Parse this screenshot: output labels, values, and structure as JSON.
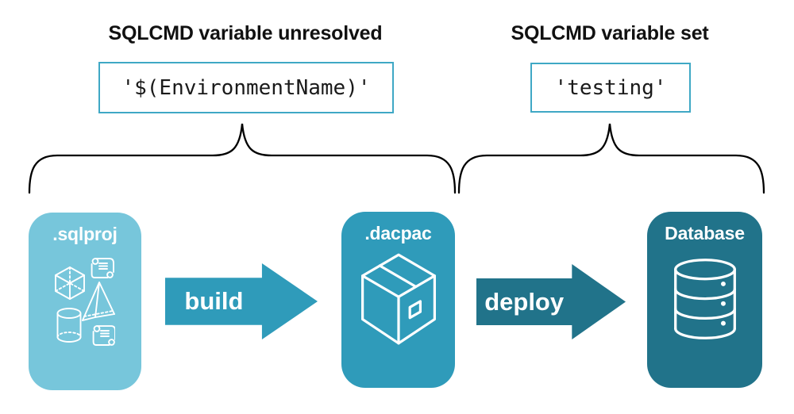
{
  "headings": {
    "unresolved": "SQLCMD variable unresolved",
    "set": "SQLCMD variable set"
  },
  "code_boxes": {
    "unresolved_value": "'$(EnvironmentName)'",
    "set_value": "'testing'"
  },
  "nodes": [
    {
      "label": ".sqlproj",
      "color": "#77C6DB",
      "icon": "sql-objects-icon"
    },
    {
      "label": ".dacpac",
      "color": "#2F9BBA",
      "icon": "package-icon"
    },
    {
      "label": "Database",
      "color": "#21738A",
      "icon": "database-icon"
    }
  ],
  "arrows": [
    {
      "label": "build",
      "color": "#2F9BBA"
    },
    {
      "label": "deploy",
      "color": "#21738A"
    }
  ],
  "colors": {
    "background": "#FFFFFF",
    "text": "#111111",
    "code_box_border": "#3FA8C5",
    "brace": "#000000",
    "icon_stroke": "#FFFFFF"
  }
}
